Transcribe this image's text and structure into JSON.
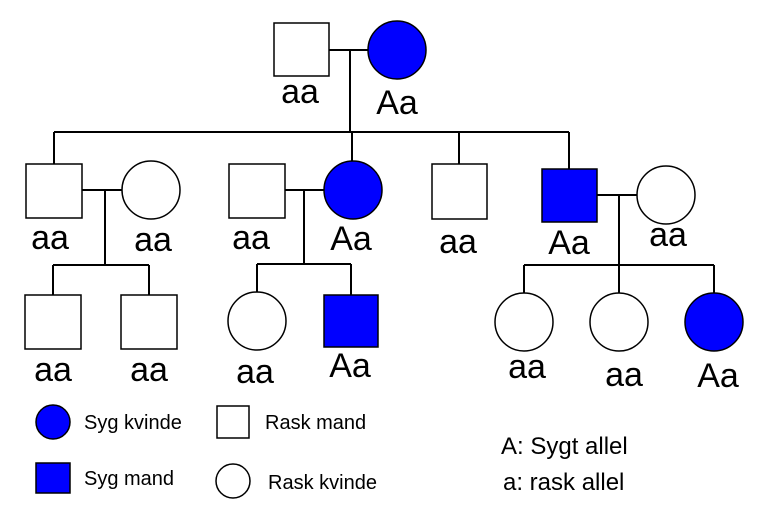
{
  "colors": {
    "affected": "#0000ff",
    "unaffected": "#ffffff",
    "stroke": "#000000"
  },
  "pedigree": {
    "gen1": {
      "father": {
        "sex": "male",
        "affected": false,
        "genotype": "aa"
      },
      "mother": {
        "sex": "female",
        "affected": true,
        "genotype": "Aa"
      }
    },
    "gen2": {
      "child1": {
        "sex": "male",
        "affected": false,
        "genotype": "aa"
      },
      "spouse1": {
        "sex": "female",
        "affected": false,
        "genotype": "aa"
      },
      "spouse2": {
        "sex": "male",
        "affected": false,
        "genotype": "aa"
      },
      "child2": {
        "sex": "female",
        "affected": true,
        "genotype": "Aa"
      },
      "child3": {
        "sex": "male",
        "affected": false,
        "genotype": "aa"
      },
      "child4": {
        "sex": "male",
        "affected": true,
        "genotype": "Aa"
      },
      "spouse4": {
        "sex": "female",
        "affected": false,
        "genotype": "aa"
      }
    },
    "gen3": {
      "family1_child1": {
        "sex": "male",
        "affected": false,
        "genotype": "aa"
      },
      "family1_child2": {
        "sex": "male",
        "affected": false,
        "genotype": "aa"
      },
      "family2_child1": {
        "sex": "female",
        "affected": false,
        "genotype": "aa"
      },
      "family2_child2": {
        "sex": "male",
        "affected": true,
        "genotype": "Aa"
      },
      "family3_child1": {
        "sex": "female",
        "affected": false,
        "genotype": "aa"
      },
      "family3_child2": {
        "sex": "female",
        "affected": false,
        "genotype": "aa"
      },
      "family3_child3": {
        "sex": "female",
        "affected": true,
        "genotype": "Aa"
      }
    }
  },
  "legend": {
    "affected_female": "Syg kvinde",
    "affected_male": "Syg mand",
    "healthy_male": "Rask mand",
    "healthy_female": "Rask kvinde"
  },
  "allele_key": {
    "dominant": "A: Sygt allel",
    "recessive": "a: rask allel"
  }
}
